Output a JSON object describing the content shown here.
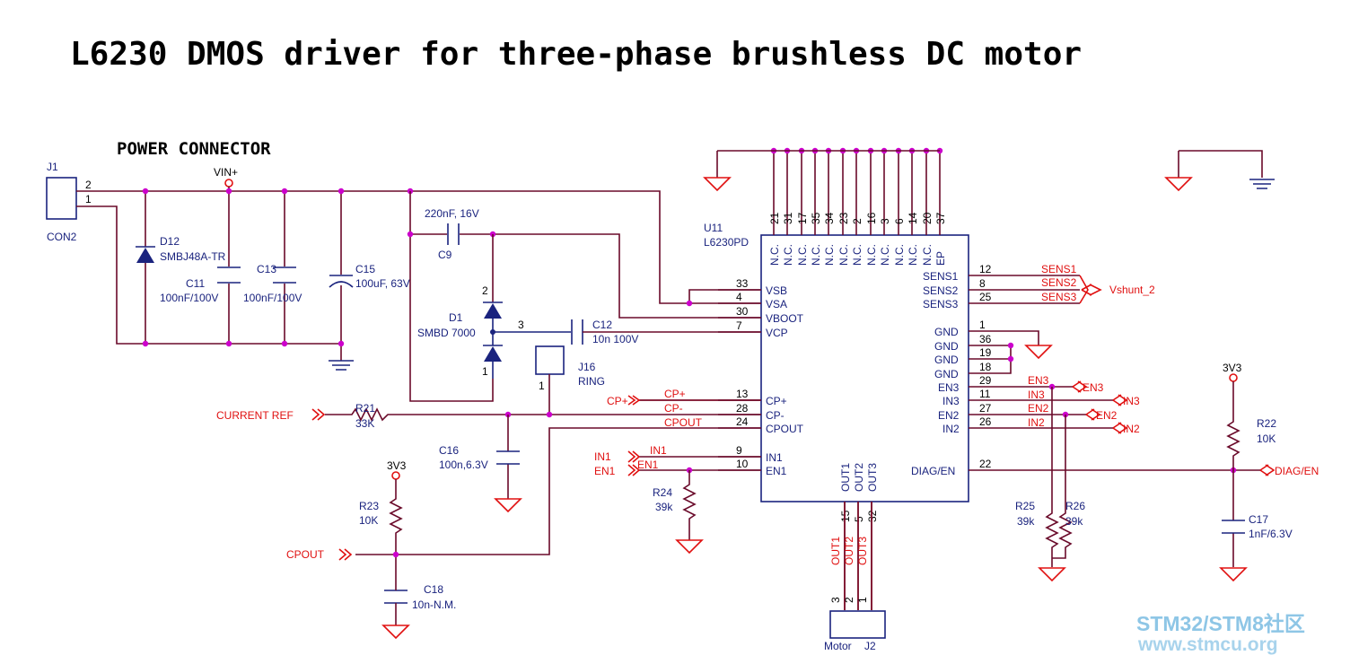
{
  "title": "L6230 DMOS driver for three-phase brushless DC motor",
  "power_connector": {
    "heading": "POWER CONNECTOR",
    "ref": "J1",
    "type": "CON2",
    "pin2": "2",
    "pin1": "1",
    "vin_label": "VIN+"
  },
  "components": {
    "d12_ref": "D12",
    "d12_val": "SMBJ48A-TR",
    "c11_ref": "C11",
    "c11_val": "100nF/100V",
    "c13_ref": "C13",
    "c13_val": "100nF/100V",
    "c15_ref": "C15",
    "c15_val": "100uF, 63V",
    "c9_ref": "C9",
    "c9_val": "220nF, 16V",
    "d1_ref": "D1",
    "d1_val": "SMBD 7000",
    "d1_pin2": "2",
    "d1_pin3": "3",
    "d1_pin1": "1",
    "c12_ref": "C12",
    "c12_val": "10n 100V",
    "j16_ref": "J16",
    "j16_val": "RING",
    "j16_pin": "1",
    "r21_ref": "R21",
    "r21_val": "33K",
    "c16_ref": "C16",
    "c16_val": "100n,6.3V",
    "r23_ref": "R23",
    "r23_val": "10K",
    "r23_supply": "3V3",
    "c18_ref": "C18",
    "c18_val": "10n-N.M.",
    "r24_ref": "R24",
    "r24_val": "39k",
    "r25_ref": "R25",
    "r25_val": "39k",
    "r26_ref": "R26",
    "r26_val": "39k",
    "r22_ref": "R22",
    "r22_val": "10K",
    "r22_supply": "3V3",
    "c17_ref": "C17",
    "c17_val": "1nF/6.3V",
    "j2_ref": "J2",
    "j2_val": "Motor",
    "j2_pins": [
      "3",
      "2",
      "1"
    ]
  },
  "ic": {
    "ref": "U11",
    "part": "L6230PD",
    "top_pins": [
      {
        "num": "21",
        "name": "N.C."
      },
      {
        "num": "31",
        "name": "N.C."
      },
      {
        "num": "17",
        "name": "N.C."
      },
      {
        "num": "35",
        "name": "N.C."
      },
      {
        "num": "34",
        "name": "N.C."
      },
      {
        "num": "23",
        "name": "N.C."
      },
      {
        "num": "2",
        "name": "N.C."
      },
      {
        "num": "16",
        "name": "N.C."
      },
      {
        "num": "3",
        "name": "N.C."
      },
      {
        "num": "6",
        "name": "N.C."
      },
      {
        "num": "14",
        "name": "N.C."
      },
      {
        "num": "20",
        "name": "N.C."
      },
      {
        "num": "37",
        "name": "EP"
      }
    ],
    "left_pins": [
      {
        "num": "33",
        "name": "VSB"
      },
      {
        "num": "4",
        "name": "VSA"
      },
      {
        "num": "30",
        "name": "VBOOT"
      },
      {
        "num": "7",
        "name": "VCP"
      },
      {
        "num": "13",
        "name": "CP+"
      },
      {
        "num": "28",
        "name": "CP-"
      },
      {
        "num": "24",
        "name": "CPOUT"
      },
      {
        "num": "9",
        "name": "IN1"
      },
      {
        "num": "10",
        "name": "EN1"
      }
    ],
    "right_pins": [
      {
        "num": "12",
        "name": "SENS1"
      },
      {
        "num": "8",
        "name": "SENS2"
      },
      {
        "num": "25",
        "name": "SENS3"
      },
      {
        "num": "1",
        "name": "GND"
      },
      {
        "num": "36",
        "name": "GND"
      },
      {
        "num": "19",
        "name": "GND"
      },
      {
        "num": "18",
        "name": "GND"
      },
      {
        "num": "29",
        "name": "EN3"
      },
      {
        "num": "11",
        "name": "IN3"
      },
      {
        "num": "27",
        "name": "EN2"
      },
      {
        "num": "26",
        "name": "IN2"
      },
      {
        "num": "22",
        "name": "DIAG/EN"
      }
    ],
    "bottom_pins": [
      {
        "num": "15",
        "name": "OUT1"
      },
      {
        "num": "5",
        "name": "OUT2"
      },
      {
        "num": "32",
        "name": "OUT3"
      }
    ]
  },
  "nets": {
    "sens1": "SENS1",
    "sens2": "SENS2",
    "sens3": "SENS3",
    "vshunt": "Vshunt_2",
    "cp_plus": "CP+",
    "cp_minus": "CP-",
    "cpout": "CPOUT",
    "in1": "IN1",
    "en1": "EN1",
    "en3": "EN3",
    "in3": "IN3",
    "en2": "EN2",
    "in2": "IN2",
    "diag_en": "DIAG/EN",
    "current_ref": "CURRENT REF",
    "out1": "OUT1",
    "out2": "OUT2",
    "out3": "OUT3"
  },
  "watermark": {
    "line1_a": "STM32/STM8",
    "line1_b": "社区",
    "line2": "www.stmcu.org"
  }
}
